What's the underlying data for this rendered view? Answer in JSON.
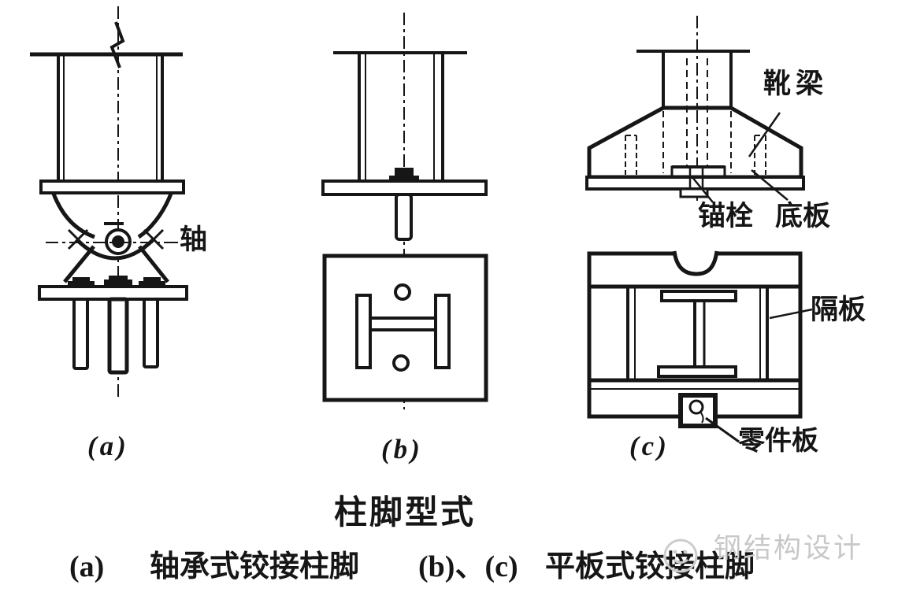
{
  "page": {
    "background": "#ffffff",
    "ink": "#1c1c1c",
    "watermark_color": "#c8c8c8"
  },
  "figure": {
    "title": "柱脚型式",
    "subfigure_labels": {
      "a": "(a)",
      "b": "(b)",
      "c": "(c)"
    },
    "annotations": {
      "pin": "轴",
      "boot_beam": "靴梁",
      "anchor_bolt": "锚栓",
      "base_plate": "底板",
      "diaphragm": "隔板",
      "part_plate": "零件板"
    },
    "caption": {
      "a_key": "(a)",
      "a_text": "轴承式铰接柱脚",
      "bc_key": "(b)、(c)",
      "bc_text": "平板式铰接柱脚"
    }
  },
  "watermark": {
    "text": "钢结构设计",
    "logo": "smiley-account-logo"
  }
}
